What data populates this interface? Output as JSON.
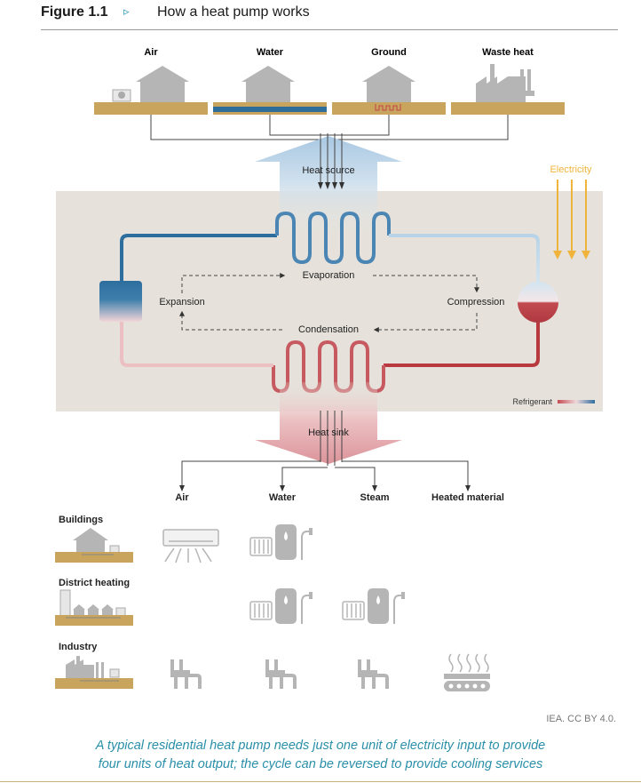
{
  "figure": {
    "label": "Figure 1.1",
    "marker": "▹",
    "title": "How a heat pump works"
  },
  "sources": {
    "items": [
      {
        "label": "Air"
      },
      {
        "label": "Water"
      },
      {
        "label": "Ground"
      },
      {
        "label": "Waste heat"
      }
    ],
    "flow_label": "Heat source"
  },
  "electricity": {
    "label": "Electricity",
    "color": "#f0b43c"
  },
  "cycle": {
    "evaporation": "Evaporation",
    "compression": "Compression",
    "condensation": "Condensation",
    "expansion": "Expansion",
    "refrigerant": "Refrigerant",
    "cold_color": "#2e6e9e",
    "hot_color": "#b8393e"
  },
  "sink": {
    "flow_label": "Heat sink",
    "outputs": [
      {
        "label": "Air"
      },
      {
        "label": "Water"
      },
      {
        "label": "Steam"
      },
      {
        "label": "Heated material"
      }
    ]
  },
  "applications": {
    "rows": [
      {
        "label": "Buildings"
      },
      {
        "label": "District heating"
      },
      {
        "label": "Industry"
      }
    ]
  },
  "colors": {
    "ground": "#c9a45c",
    "cycle_panel": "#e6e2db",
    "icon_gray": "#b5b5b5",
    "accent_teal": "#2a9bb5"
  },
  "credit": "IEA. CC BY 4.0.",
  "caption": {
    "line1": "A typical residential heat pump needs just one unit of electricity input to provide",
    "line2": "four units of heat output; the cycle can be reversed to provide cooling services"
  }
}
